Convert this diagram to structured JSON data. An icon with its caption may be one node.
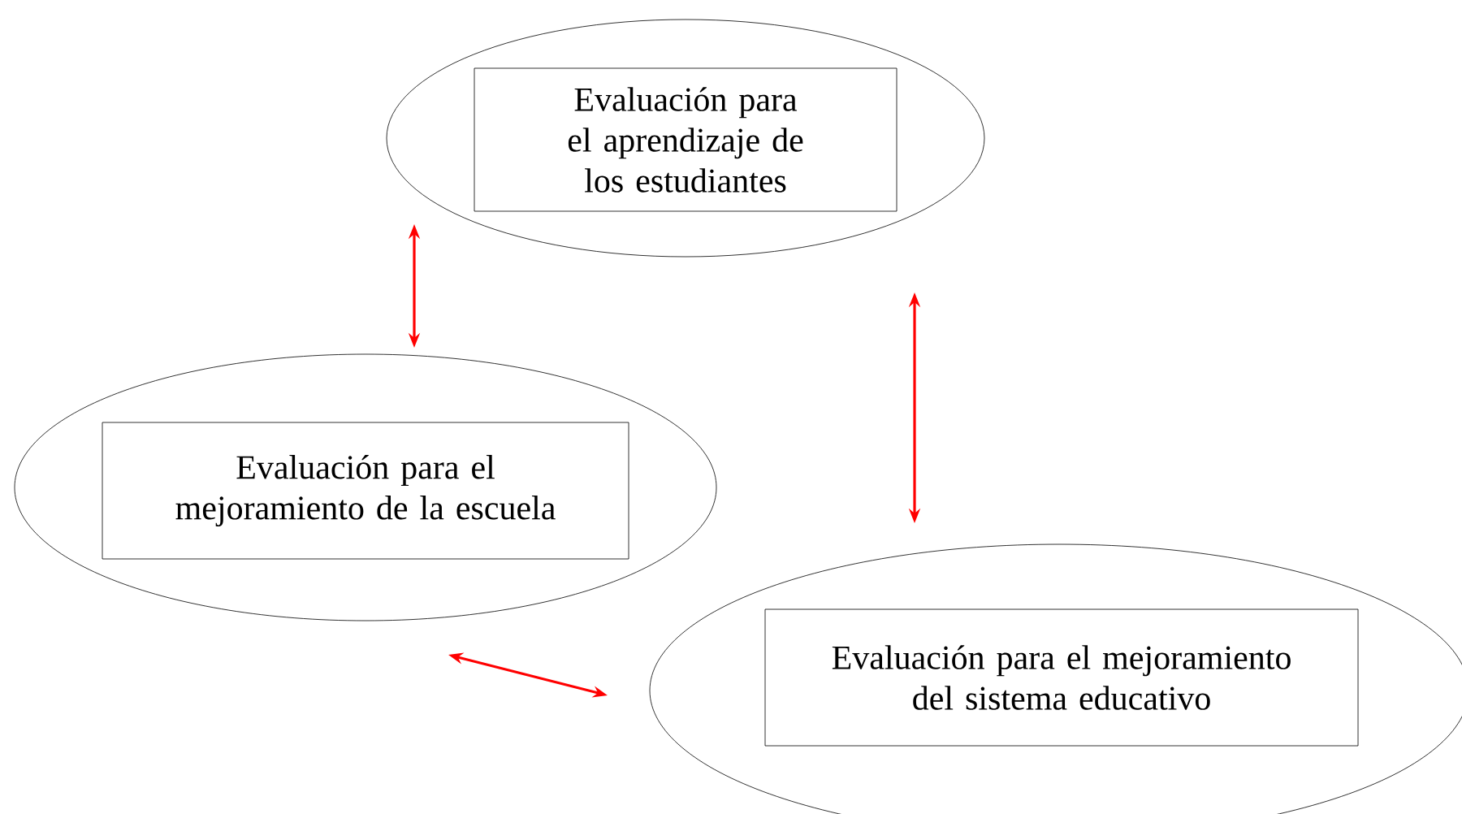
{
  "diagram": {
    "nodes": [
      {
        "text": [],
        "shape": "ellipse"
      },
      {
        "text": [
          "Evaluación para el aprendizaje de los estudiantes"
        ],
        "in": 0
      },
      {
        "text": [],
        "shape": "ellipse"
      },
      {
        "text": [
          "Evaluación para el mejoramiento de la escuela"
        ],
        "in": 2
      },
      {
        "text": [],
        "shape": "ellipse"
      },
      {
        "text": [
          "Evaluación para el mejoramiento del sistema educativo"
        ],
        "in": 4
      }
    ],
    "edges": [
      {
        "from": 0,
        "to": 2,
        "arrow": "both"
      },
      {
        "from": 0,
        "to": 4,
        "arrow": "both"
      },
      {
        "from": 2,
        "to": 4,
        "arrow": "both"
      }
    ]
  }
}
